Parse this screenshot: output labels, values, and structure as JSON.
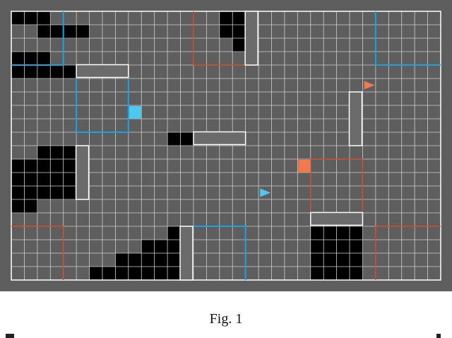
{
  "figure": {
    "caption": "Fig. 1",
    "colors": {
      "background": "#5e5e5e",
      "grid": "#cfcfcf",
      "obstacle": "#000000",
      "wall_fill": "#6b6b6b",
      "wall_stroke": "#ffffff",
      "blue_agent": "#4fc8f0",
      "orange_agent": "#f07a50",
      "blue_region": "#1fa0e0",
      "orange_region": "#d05030"
    },
    "grid": {
      "columns": 33,
      "rows": 20
    },
    "obstacle_cells": [
      [
        0,
        0
      ],
      [
        1,
        0
      ],
      [
        2,
        0
      ],
      [
        16,
        0
      ],
      [
        17,
        0
      ],
      [
        2,
        1
      ],
      [
        3,
        1
      ],
      [
        4,
        1
      ],
      [
        5,
        1
      ],
      [
        16,
        1
      ],
      [
        17,
        1
      ],
      [
        17,
        2
      ],
      [
        0,
        3
      ],
      [
        1,
        3
      ],
      [
        2,
        3
      ],
      [
        0,
        4
      ],
      [
        1,
        4
      ],
      [
        2,
        4
      ],
      [
        3,
        4
      ],
      [
        4,
        4
      ],
      [
        12,
        9
      ],
      [
        13,
        9
      ],
      [
        2,
        10
      ],
      [
        3,
        10
      ],
      [
        4,
        10
      ],
      [
        5,
        10
      ],
      [
        2,
        11
      ],
      [
        3,
        11
      ],
      [
        4,
        11
      ],
      [
        5,
        11
      ],
      [
        0,
        11
      ],
      [
        1,
        11
      ],
      [
        0,
        12
      ],
      [
        1,
        12
      ],
      [
        2,
        12
      ],
      [
        3,
        12
      ],
      [
        4,
        12
      ],
      [
        5,
        12
      ],
      [
        0,
        13
      ],
      [
        1,
        13
      ],
      [
        2,
        13
      ],
      [
        3,
        13
      ],
      [
        4,
        13
      ],
      [
        5,
        13
      ],
      [
        0,
        14
      ],
      [
        1,
        14
      ],
      [
        12,
        16
      ],
      [
        13,
        16
      ],
      [
        23,
        16
      ],
      [
        24,
        16
      ],
      [
        25,
        16
      ],
      [
        26,
        16
      ],
      [
        10,
        17
      ],
      [
        11,
        17
      ],
      [
        12,
        17
      ],
      [
        13,
        17
      ],
      [
        23,
        17
      ],
      [
        24,
        17
      ],
      [
        25,
        17
      ],
      [
        26,
        17
      ],
      [
        8,
        18
      ],
      [
        9,
        18
      ],
      [
        10,
        18
      ],
      [
        11,
        18
      ],
      [
        12,
        18
      ],
      [
        13,
        18
      ],
      [
        23,
        18
      ],
      [
        24,
        18
      ],
      [
        25,
        18
      ],
      [
        26,
        18
      ],
      [
        6,
        19
      ],
      [
        7,
        19
      ],
      [
        8,
        19
      ],
      [
        9,
        19
      ],
      [
        10,
        19
      ],
      [
        11,
        19
      ],
      [
        12,
        19
      ],
      [
        13,
        19
      ],
      [
        23,
        19
      ],
      [
        24,
        19
      ],
      [
        25,
        19
      ],
      [
        26,
        19
      ]
    ],
    "walls": [
      {
        "orientation": "vertical",
        "col": 18,
        "row": 0,
        "length": 4
      },
      {
        "orientation": "horizontal",
        "col": 5,
        "row": 4,
        "length": 4
      },
      {
        "orientation": "horizontal",
        "col": 14,
        "row": 9,
        "length": 4
      },
      {
        "orientation": "vertical",
        "col": 26,
        "row": 6,
        "length": 4
      },
      {
        "orientation": "vertical",
        "col": 5,
        "row": 10,
        "length": 4
      },
      {
        "orientation": "horizontal",
        "col": 23,
        "row": 15,
        "length": 4
      },
      {
        "orientation": "vertical",
        "col": 13,
        "row": 16,
        "length": 4
      }
    ],
    "regions": [
      {
        "color": "blue",
        "path": [
          [
            4,
            0
          ],
          [
            4,
            4
          ],
          [
            0,
            4
          ]
        ]
      },
      {
        "color": "blue",
        "path": [
          [
            5,
            5
          ],
          [
            5,
            9
          ],
          [
            9,
            9
          ],
          [
            9,
            5
          ]
        ]
      },
      {
        "color": "blue",
        "path": [
          [
            28,
            0
          ],
          [
            28,
            4
          ],
          [
            33,
            4
          ]
        ]
      },
      {
        "color": "blue",
        "path": [
          [
            14,
            16
          ],
          [
            18,
            16
          ],
          [
            18,
            20
          ]
        ]
      },
      {
        "color": "orange",
        "path": [
          [
            14,
            0
          ],
          [
            14,
            4
          ],
          [
            18,
            4
          ]
        ]
      },
      {
        "color": "orange",
        "path": [
          [
            23,
            15
          ],
          [
            23,
            11
          ],
          [
            27,
            11
          ],
          [
            27,
            15
          ]
        ]
      },
      {
        "color": "orange",
        "path": [
          [
            0,
            16
          ],
          [
            4,
            16
          ],
          [
            4,
            20
          ]
        ]
      },
      {
        "color": "orange",
        "path": [
          [
            28,
            20
          ],
          [
            28,
            16
          ],
          [
            33,
            16
          ]
        ]
      }
    ],
    "agents": [
      {
        "color": "blue",
        "shape": "square",
        "col": 9,
        "row": 7
      },
      {
        "color": "orange",
        "shape": "square",
        "col": 22,
        "row": 11
      },
      {
        "color": "blue",
        "shape": "triangle",
        "col": 19,
        "row": 13
      },
      {
        "color": "orange",
        "shape": "triangle",
        "col": 27,
        "row": 5
      }
    ]
  }
}
